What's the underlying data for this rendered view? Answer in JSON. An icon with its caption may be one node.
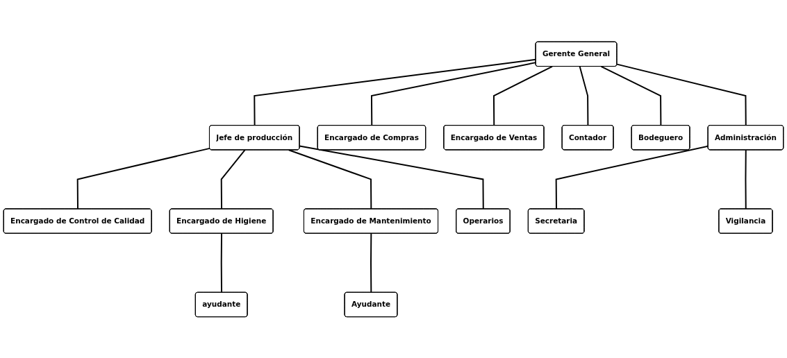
{
  "diagram": {
    "nodes": [
      {
        "text": [
          "Gerente General"
        ]
      },
      {
        "text": [
          "Jefe de producción"
        ]
      },
      {
        "text": [
          "Encargado de Compras"
        ]
      },
      {
        "text": [
          "Encargado de Ventas"
        ]
      },
      {
        "text": [
          "Contador"
        ]
      },
      {
        "text": [
          "Bodeguero"
        ]
      },
      {
        "text": [
          "Administración"
        ]
      },
      {
        "text": [
          "Encargado de Control de Calidad"
        ]
      },
      {
        "text": [
          "Encargado de Higiene"
        ]
      },
      {
        "text": [
          "ayudante"
        ]
      },
      {
        "text": [
          "Encargado de Mantenimiento"
        ]
      },
      {
        "text": [
          "Ayudante"
        ]
      },
      {
        "text": [
          "Operarios"
        ]
      },
      {
        "text": [
          "Secretaria"
        ]
      },
      {
        "text": [
          "Vigilancia"
        ]
      }
    ],
    "edges": [
      {
        "from": 0,
        "to": 1,
        "arrow": "none"
      },
      {
        "from": 0,
        "to": 2,
        "arrow": "none"
      },
      {
        "from": 0,
        "to": 3,
        "arrow": "none"
      },
      {
        "from": 0,
        "to": 4,
        "arrow": "none"
      },
      {
        "from": 0,
        "to": 5,
        "arrow": "none"
      },
      {
        "from": 0,
        "to": 6,
        "arrow": "none"
      },
      {
        "from": 1,
        "to": 7,
        "arrow": "none"
      },
      {
        "from": 1,
        "to": 8,
        "arrow": "none"
      },
      {
        "from": 8,
        "to": 9,
        "arrow": "none"
      },
      {
        "from": 1,
        "to": 10,
        "arrow": "none"
      },
      {
        "from": 10,
        "to": 11,
        "arrow": "none"
      },
      {
        "from": 1,
        "to": 12,
        "arrow": "none"
      },
      {
        "from": 6,
        "to": 13,
        "arrow": "none"
      },
      {
        "from": 6,
        "to": 14,
        "arrow": "none"
      }
    ]
  }
}
